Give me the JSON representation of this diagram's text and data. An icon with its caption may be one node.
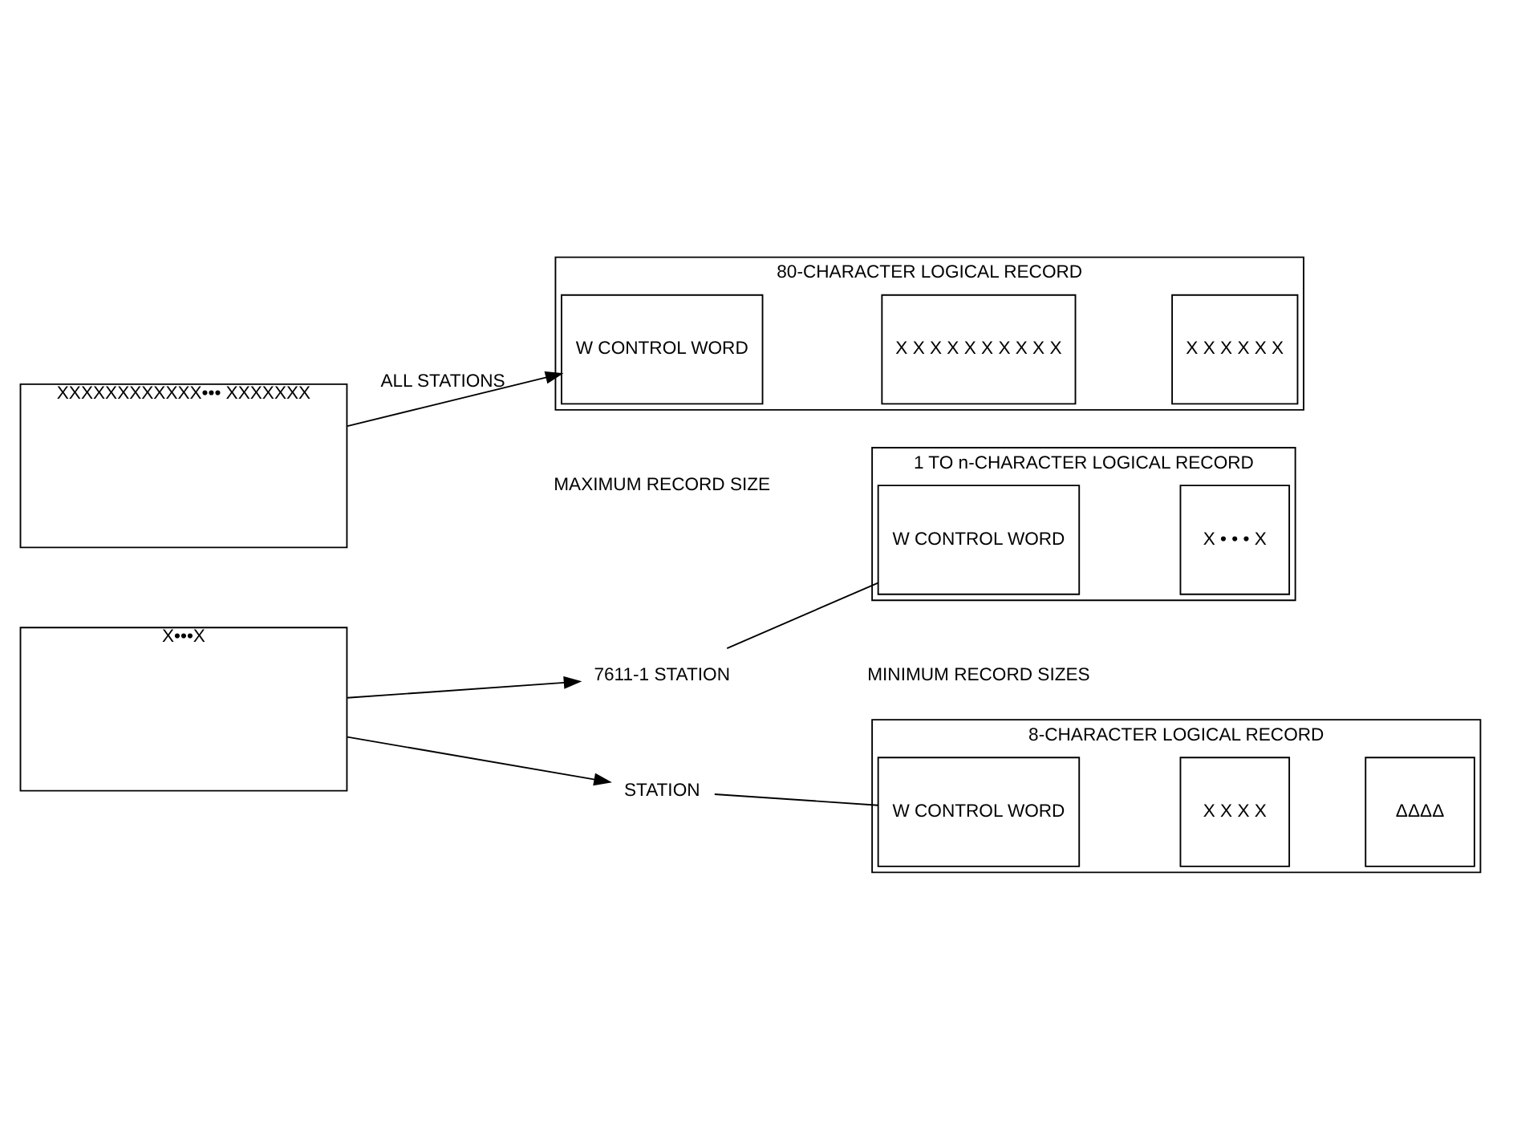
{
  "diagram": {
    "nodes": [
      {
        "text": [
          "X•••X"
        ]
      },
      {
        "text": [
          "7611-1 STATION"
        ]
      },
      {
        "text": [
          "1 TO n-CHARACTER LOGICAL RECORD"
        ]
      },
      {
        "text": [
          "W CONTROL WORD"
        ],
        "in": 2
      },
      {
        "text": [
          "X • • • X"
        ],
        "in": 2
      },
      {
        "text": [
          "STATION"
        ]
      },
      {
        "text": [
          "8-CHARACTER LOGICAL RECORD"
        ]
      },
      {
        "text": [
          "W CONTROL WORD"
        ],
        "in": 6
      },
      {
        "text": [
          "X X X X"
        ],
        "in": 6
      },
      {
        "text": [
          "ΔΔΔΔ"
        ],
        "in": 6
      },
      {
        "text": [
          "XXXXXXXXXXXX••• XXXXXXX"
        ]
      },
      {
        "text": [
          "80-CHARACTER LOGICAL RECORD"
        ]
      },
      {
        "text": [
          "W CONTROL WORD"
        ],
        "in": 11
      },
      {
        "text": [
          "X X X X X X X X X X"
        ],
        "in": 11
      },
      {
        "text": [
          "X X X X X X"
        ],
        "in": 11
      }
    ],
    "edges": [
      {
        "from": 0,
        "to": 1,
        "arrow": "to"
      },
      {
        "from": 1,
        "to": 3,
        "arrow": "none"
      },
      {
        "from": 0,
        "to": 5,
        "arrow": "to"
      },
      {
        "from": 5,
        "to": 7,
        "arrow": "none"
      },
      {
        "from": 10,
        "to": 12,
        "label": "ALL STATIONS",
        "arrow": "to"
      }
    ],
    "labels": [
      "MINIMUM RECORD SIZES",
      "MAXIMUM RECORD SIZE"
    ]
  }
}
